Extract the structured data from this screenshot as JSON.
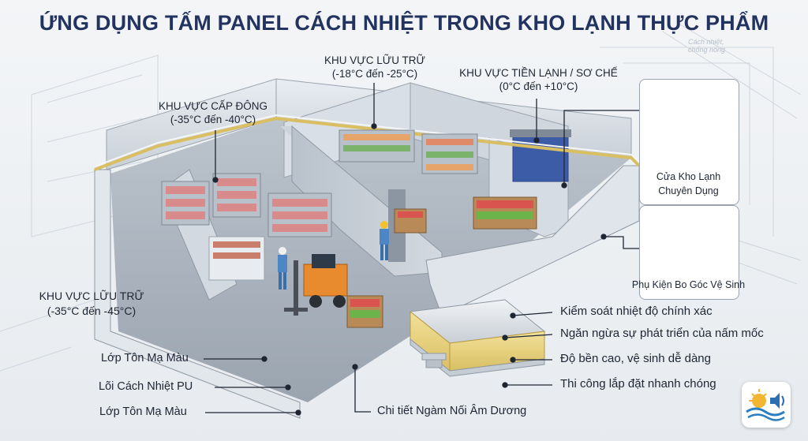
{
  "title": "ỨNG DỤNG TẤM PANEL CÁCH NHIỆT TRONG KHO LẠNH THỰC PHẨM",
  "background_sketch_text": [
    "Cách nhiệt,",
    "chống nóng"
  ],
  "zones": {
    "freezing": {
      "name": "KHU VỰC CẤP ĐÔNG",
      "range": "(-35°C đến -40°C)"
    },
    "storage_mid": {
      "name": "KHU VỰC LỮU TRỮ",
      "range": "(-18°C đến -25°C)"
    },
    "precooling": {
      "name": "KHU VỰC TIỀN LẠNH / SƠ CHẾ",
      "range": "(0°C đến +10°C)"
    },
    "storage_deep": {
      "name": "KHU VỰC LỮU TRỮ",
      "range": "(-35°C đến -45°C)"
    }
  },
  "layers": {
    "top": "Lớp Tôn Mạ Màu",
    "core": "Lõi Cách Nhiệt PU",
    "bottom": "Lớp Tôn Mạ Màu",
    "joint": "Chi tiết Ngàm Nối Âm Dương"
  },
  "features": [
    "Kiểm soát nhiệt độ chính xác",
    "Ngăn ngừa sự phát triển của nấm mốc",
    "Độ bền cao, vệ sinh dễ dàng",
    "Thi công lắp đặt nhanh chóng"
  ],
  "cards": {
    "door": {
      "line1": "Cửa Kho Lạnh",
      "line2": "Chuyên Dụng"
    },
    "accessory": {
      "line1": "Phụ Kiện Bo Góc Vệ Sinh"
    }
  },
  "colors": {
    "title": "#23335f",
    "panel_wall": "#dde3ea",
    "pu_core": "#e9d58a",
    "floor": "#aab3bd",
    "leader_line": "#1e2533"
  },
  "icons": [
    "sun-wave-sound-logo-icon"
  ]
}
